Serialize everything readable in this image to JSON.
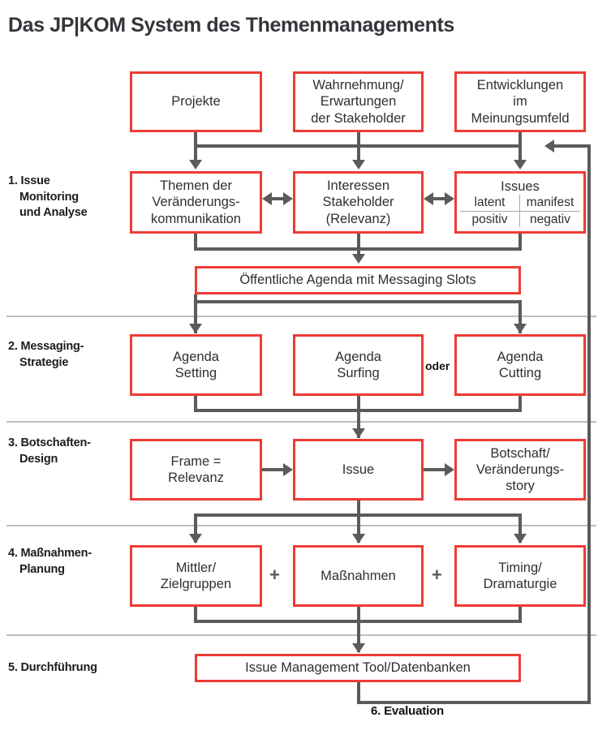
{
  "title": "Das JP|KOM System des Themenmanagements",
  "stages": [
    {
      "id": "monitoring",
      "line1": "1. Issue",
      "line2": "Monitoring",
      "line3": "und Analyse"
    },
    {
      "id": "messaging",
      "line1": "2. Messaging-",
      "line2": "Strategie",
      "line3": ""
    },
    {
      "id": "botschaften",
      "line1": "3. Botschaften-",
      "line2": "Design",
      "line3": ""
    },
    {
      "id": "massnahmen",
      "line1": "4. Maßnahmen-",
      "line2": "Planung",
      "line3": ""
    },
    {
      "id": "durchfuehrung",
      "line1": "5. Durchführung",
      "line2": "",
      "line3": ""
    }
  ],
  "inputs": {
    "projekte": "Projekte",
    "wahrnehmung": "Wahrnehmung/\nErwartungen\nder Stakeholder",
    "entwicklungen": "Entwicklungen\nim\nMeinungsumfeld"
  },
  "row1": {
    "themen": "Themen der\nVeränderungs-\nkommunikation",
    "interessen": "Interessen\nStakeholder\n(Relevanz)",
    "issues": {
      "heading": "Issues",
      "cells": [
        "latent",
        "manifest",
        "positiv",
        "negativ"
      ]
    }
  },
  "agenda_bar": "Öffentliche Agenda mit Messaging Slots",
  "row2": {
    "setting": "Agenda\nSetting",
    "surfing": "Agenda\nSurfing",
    "cutting": "Agenda\nCutting",
    "connector": "oder"
  },
  "row3": {
    "frame": "Frame =\nRelevanz",
    "issue": "Issue",
    "botschaft": "Botschaft/\nVeränderungs-\nstory"
  },
  "row4": {
    "mittler": "Mittler/\nZielgruppen",
    "massnahmen": "Maßnahmen",
    "timing": "Timing/\nDramaturgie",
    "connector1": "+",
    "connector2": "+"
  },
  "row5": {
    "tool": "Issue Management Tool/Datenbanken"
  },
  "evaluation": "6. Evaluation",
  "colors": {
    "box_border": "#ee3b35",
    "connector": "#5b5b5b",
    "divider": "#bdbdbd",
    "text": "#2f2f2f",
    "title": "#33363a"
  }
}
